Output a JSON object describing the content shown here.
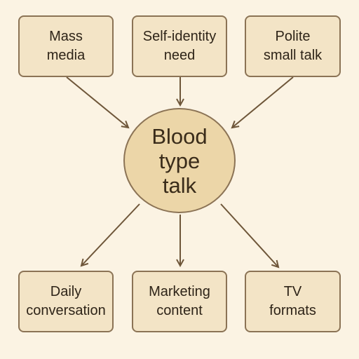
{
  "colors": {
    "background": "#fbf3e3",
    "box_fill": "#f3e4c6",
    "center_fill": "#ecd6a8",
    "border": "#8b7355",
    "arrow": "#6e5639",
    "text": "#2e2418"
  },
  "center": {
    "line1": "Blood",
    "line2": "type",
    "line3": "talk"
  },
  "inputs": {
    "mass_media": {
      "line1": "Mass",
      "line2": "media"
    },
    "self_identity": {
      "line1": "Self-identity",
      "line2": "need"
    },
    "small_talk": {
      "line1": "Polite",
      "line2": "small talk"
    }
  },
  "outputs": {
    "daily_conversation": {
      "line1": "Daily",
      "line2": "conversation"
    },
    "marketing": {
      "line1": "Marketing",
      "line2": "content"
    },
    "tv_formats": {
      "line1": "TV",
      "line2": "formats"
    }
  }
}
